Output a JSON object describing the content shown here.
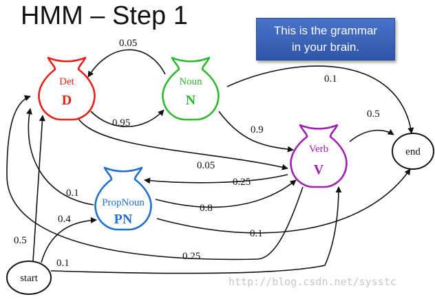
{
  "title": "HMM – Step 1",
  "callout": {
    "line1": "This is the grammar",
    "line2": "in your brain."
  },
  "watermark": "http://blog.csdn.net/sysstc",
  "states": {
    "det": {
      "name": "Det",
      "abbr": "D",
      "color": "#e8201a"
    },
    "noun": {
      "name": "Noun",
      "abbr": "N",
      "color": "#2db82d"
    },
    "verb": {
      "name": "Verb",
      "abbr": "V",
      "color": "#a020b0"
    },
    "propnoun": {
      "name": "PropNoun",
      "abbr": "PN",
      "color": "#1f6fd1"
    },
    "start": {
      "name": "start"
    },
    "end": {
      "name": "end"
    }
  },
  "transitions": [
    {
      "from": "Noun",
      "to": "Det",
      "prob": "0.05"
    },
    {
      "from": "Det",
      "to": "Noun",
      "prob": "0.95"
    },
    {
      "from": "Noun",
      "to": "end",
      "prob": "0.1"
    },
    {
      "from": "Noun",
      "to": "Verb",
      "prob": "0.9"
    },
    {
      "from": "Det",
      "to": "Verb",
      "prob": "0.05"
    },
    {
      "from": "Verb",
      "to": "end",
      "prob": "0.5"
    },
    {
      "from": "Verb",
      "to": "PropNoun",
      "prob": "0.25"
    },
    {
      "from": "PropNoun",
      "to": "Det",
      "prob": "0.1"
    },
    {
      "from": "PropNoun",
      "to": "Verb",
      "prob": "0.8"
    },
    {
      "from": "PropNoun",
      "to": "end",
      "prob": "0.1"
    },
    {
      "from": "start",
      "to": "PropNoun",
      "prob": "0.4"
    },
    {
      "from": "start",
      "to": "Det",
      "prob": "0.5"
    },
    {
      "from": "Verb",
      "to": "Det",
      "prob": "0.25"
    },
    {
      "from": "start",
      "to": "Verb",
      "prob": "0.1"
    }
  ]
}
